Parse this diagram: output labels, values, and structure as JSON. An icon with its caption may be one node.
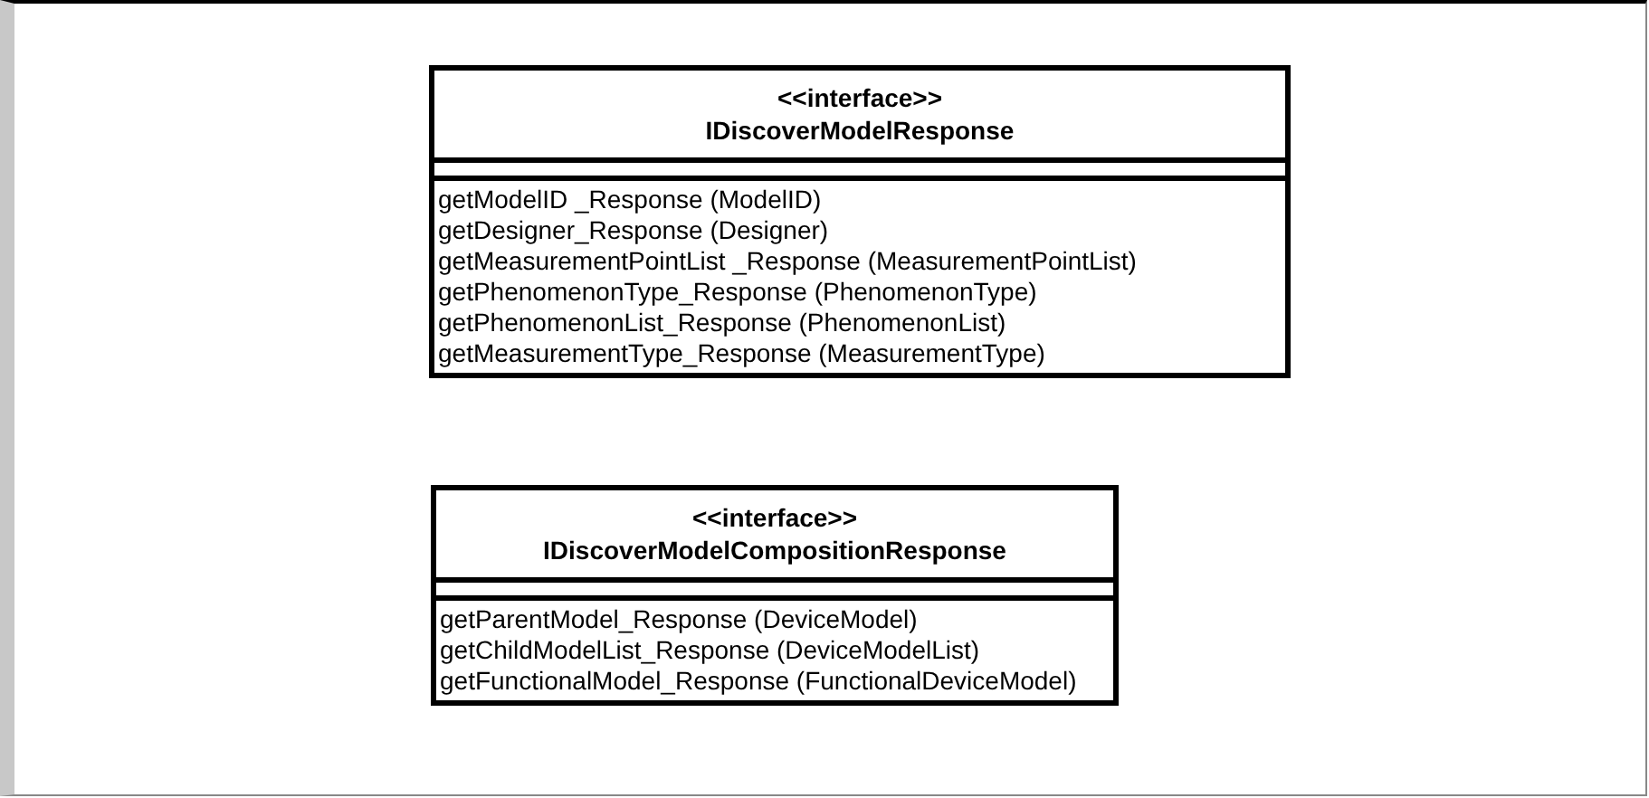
{
  "diagram": {
    "nodes": [
      {
        "text": [
          "<<interface>>",
          "IDiscoverModelResponse",
          "getModelID _Response (ModelID)",
          "getDesigner_Response (Designer)",
          "getMeasurementPointList _Response (MeasurementPointList)",
          "getPhenomenonType_Response (PhenomenonType)",
          "getPhenomenonList_Response (PhenomenonList)",
          "getMeasurementType_Response (MeasurementType)"
        ]
      },
      {
        "text": [
          "<<interface>>",
          "IDiscoverModelCompositionResponse",
          "getParentModel_Response (DeviceModel)",
          "getChildModelList_Response (DeviceModelList)",
          "getFunctionalModel_Response (FunctionalDeviceModel)"
        ]
      }
    ]
  }
}
